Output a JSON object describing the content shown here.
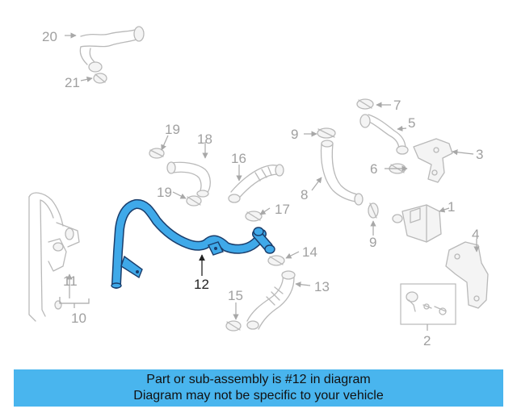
{
  "callouts": {
    "c1": "1",
    "c2": "2",
    "c3": "3",
    "c4": "4",
    "c5": "5",
    "c6": "6",
    "c7": "7",
    "c8": "8",
    "c9a": "9",
    "c9b": "9",
    "c10": "10",
    "c11": "11",
    "c12": "12",
    "c13": "13",
    "c14": "14",
    "c15": "15",
    "c16": "16",
    "c17": "17",
    "c18": "18",
    "c19a": "19",
    "c19b": "19",
    "c20": "20",
    "c21": "21"
  },
  "highlight_color": "#3fa9e9",
  "banner": {
    "line1": "Part or sub-assembly is #12 in diagram",
    "line2": "Diagram may not be specific to your vehicle",
    "color": "#49b5ee"
  }
}
